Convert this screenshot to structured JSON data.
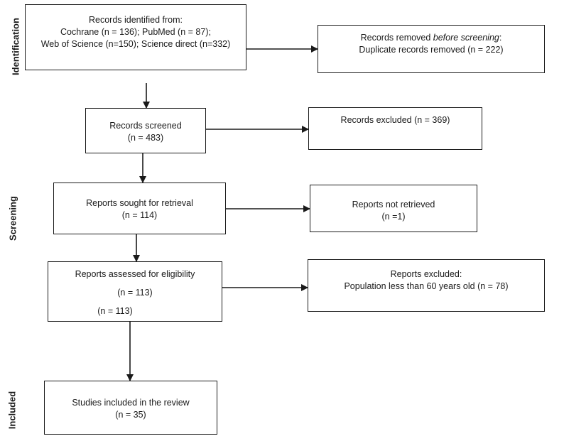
{
  "phases": {
    "identification": "Identification",
    "screening": "Screening",
    "included": "Included"
  },
  "boxes": {
    "identified": {
      "line1": "Records identified from:",
      "line2": "Cochrane (n = 136); PubMed (n = 87);",
      "line3": "Web of Science (n=150); Science direct (n=332)"
    },
    "removed": {
      "line1_prefix": "Records removed ",
      "line1_italic": "before screening",
      "line1_suffix": ":",
      "line2": "Duplicate records removed (n = 222)"
    },
    "screened": {
      "line1": "Records screened",
      "line2": "(n = 483)"
    },
    "excluded": {
      "line1": "Records excluded (n = 369)"
    },
    "sought": {
      "line1": "Reports sought for retrieval",
      "line2": "(n = 114)"
    },
    "not_retrieved": {
      "line1": "Reports not retrieved",
      "line2": "(n =1)"
    },
    "assessed": {
      "line1": "Reports assessed for eligibility",
      "line2": "(n = 113)",
      "line3": "(n = 113)"
    },
    "reports_excluded": {
      "line1": "Reports excluded:",
      "line2": "Population less than 60 years old (n = 78)"
    },
    "included": {
      "line1": "Studies included in the review",
      "line2": "(n = 35)"
    }
  },
  "colors": {
    "stroke": "#1a1a1a",
    "background": "#ffffff"
  }
}
